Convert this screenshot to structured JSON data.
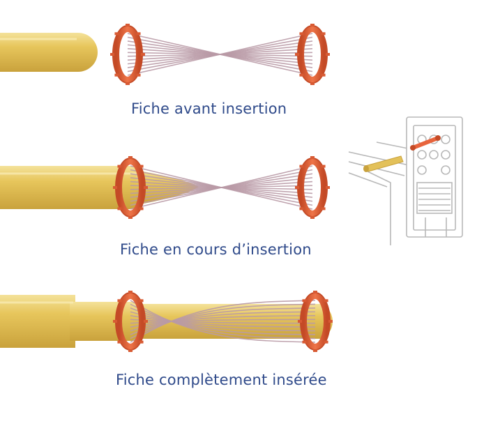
{
  "captions": {
    "before": "Fiche avant insertion",
    "during": "Fiche en cours d’insertion",
    "after": "Fiche complètement insérée"
  },
  "colors": {
    "pin": "#e7c65c",
    "pin_highlight": "#f4e29a",
    "pin_shadow": "#c9a23c",
    "ring": "#e8643c",
    "ring_dark": "#c44a26",
    "wire": "#b99aa6",
    "caption": "#2f4a8a",
    "inset_line": "#b8b8b8"
  },
  "icons": {
    "inset": "wall-socket-illustration-icon"
  }
}
